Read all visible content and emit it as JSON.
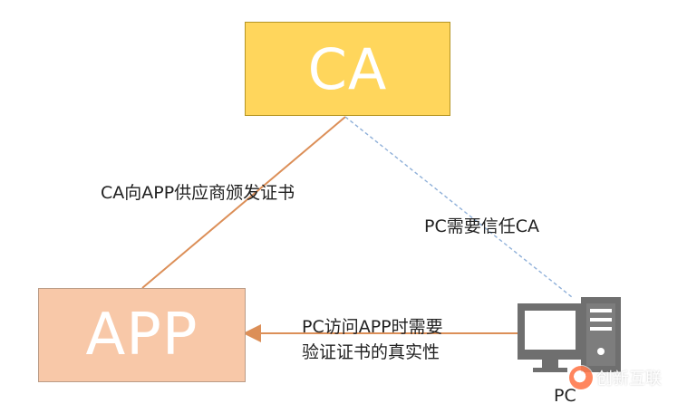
{
  "nodes": {
    "ca": "CA",
    "app": "APP",
    "pc": "PC"
  },
  "edges": {
    "ca_to_app": "CA向APP供应商颁发证书",
    "pc_trust_ca": "PC需要信任CA",
    "pc_to_app_line1": "PC访问APP时需要",
    "pc_to_app_line2": "验证证书的真实性"
  },
  "watermark": "创新互联",
  "colors": {
    "ca_fill": "#ffd65c",
    "app_fill": "#f8c8a8",
    "orange_line": "#dc8f58",
    "blue_dashed_line": "#8fb0d9",
    "pc_gray": "#6f6f6f"
  }
}
